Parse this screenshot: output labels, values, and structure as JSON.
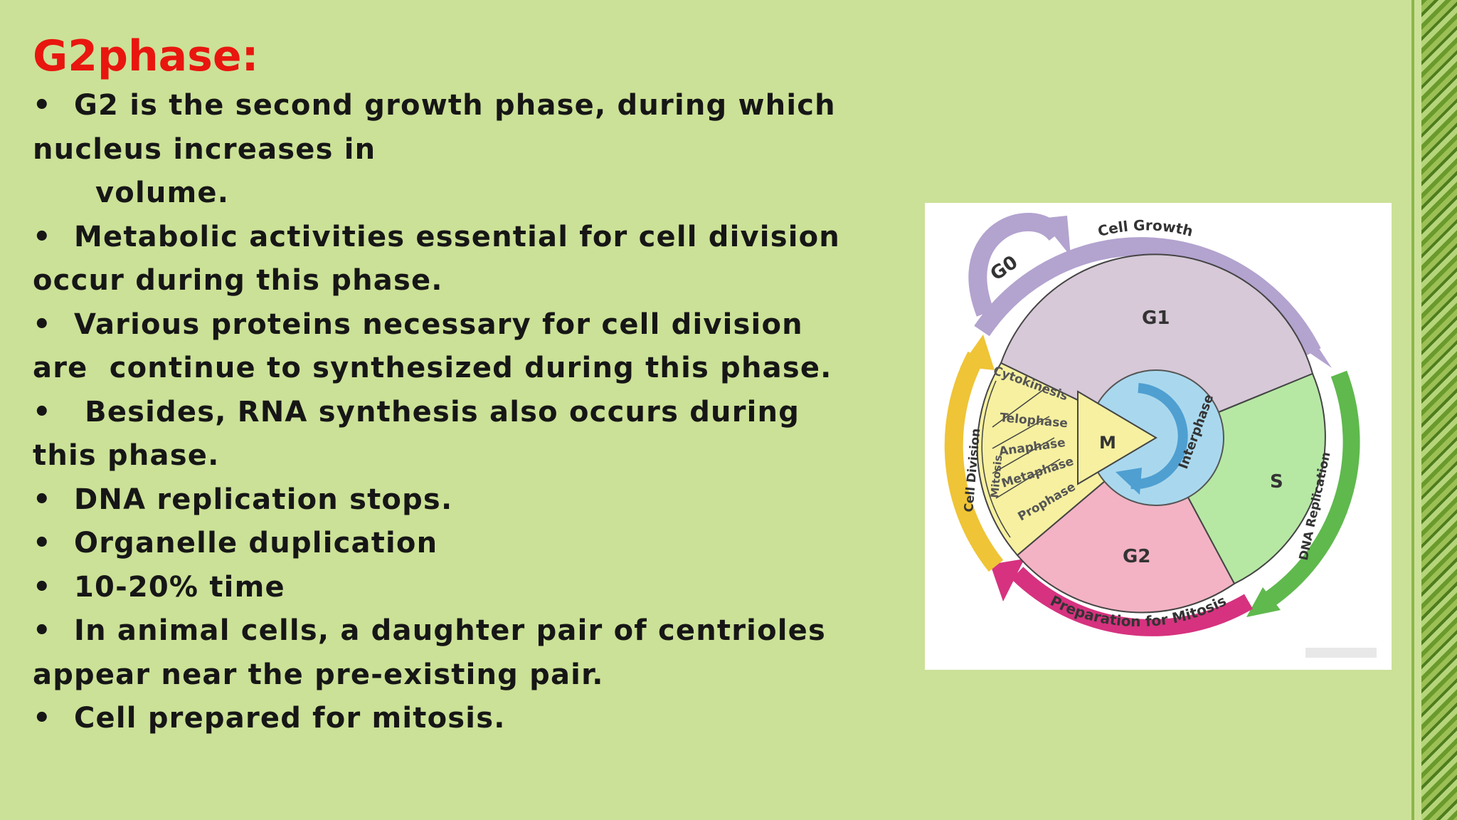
{
  "slide": {
    "title": "G2phase:",
    "bullet_symbol": "•",
    "bullets": [
      {
        "line1": "G2 is the second growth phase, during which",
        "line2": "nucleus increases in",
        "line3": "volume."
      },
      {
        "line1": "Metabolic activities essential for cell division",
        "line2": "occur during this phase."
      },
      {
        "line1": "Various proteins necessary for cell division",
        "line2": "are  continue to synthesized during this phase."
      },
      {
        "line1": " Besides, RNA synthesis also occurs during",
        "line2": "this phase."
      },
      {
        "line1": "DNA replication stops."
      },
      {
        "line1": "Organelle duplication"
      },
      {
        "line1": "10-20% time"
      },
      {
        "line1": "In animal cells, a daughter pair of centrioles",
        "line2": "appear near the pre-existing pair."
      },
      {
        "line1": "Cell prepared for mitosis."
      }
    ]
  },
  "diagram": {
    "g0": "G0",
    "cell_growth": "Cell Growth",
    "g1": "G1",
    "s": "S",
    "g2": "G2",
    "m": "M",
    "interphase": "Interphase",
    "dna_replication": "DNA Replication",
    "preparation": "Preparation for Mitosis",
    "cell_division": "Cell Division",
    "mitosis": "Mitosis",
    "cytokinesis": "Cytokinesis",
    "telophase": "Telophase",
    "anaphase": "Anaphase",
    "metaphase": "Metaphase",
    "prophase": "Prophase",
    "colors": {
      "g1": "#d7c9d8",
      "s": "#b6e8a4",
      "g2": "#f3b3c4",
      "m": "#f6f0a0",
      "interphase": "#a9d8ee",
      "growth_arrow": "#b3a3cf",
      "dna_arrow": "#5fb94d",
      "prep_arrow": "#d6327f",
      "division_arrow": "#efc436"
    }
  }
}
